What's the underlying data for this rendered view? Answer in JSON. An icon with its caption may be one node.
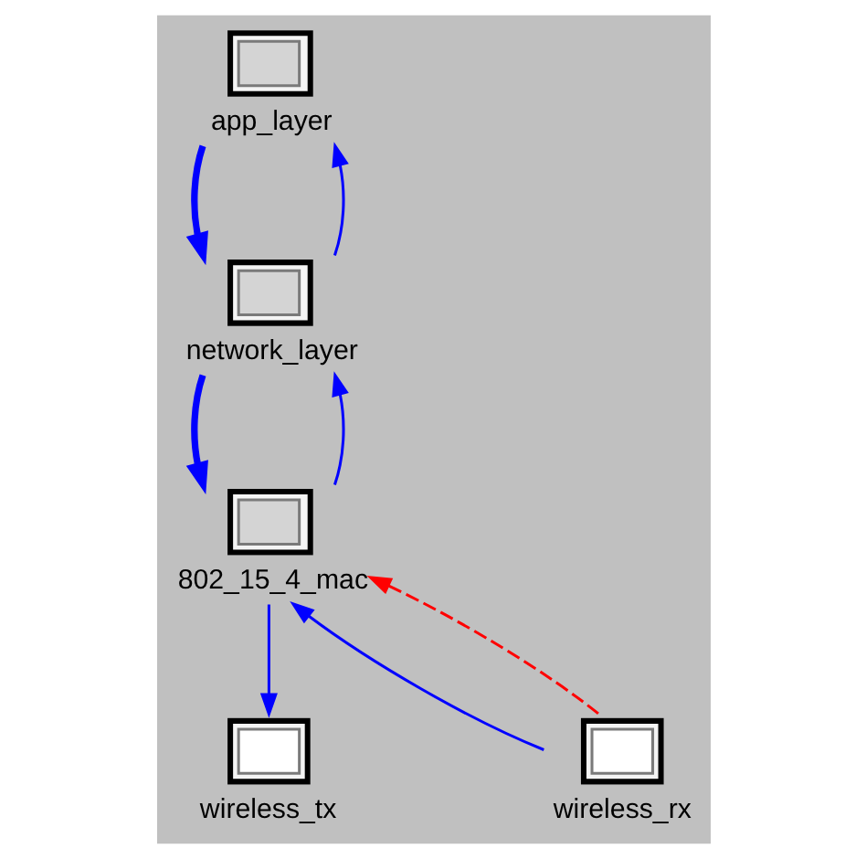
{
  "diagram": {
    "nodes": [
      {
        "text": [
          "app_layer"
        ]
      },
      {
        "text": [
          "network_layer"
        ]
      },
      {
        "text": [
          "802_15_4_mac"
        ]
      },
      {
        "text": [
          "wireless_tx"
        ]
      },
      {
        "text": [
          "wireless_rx"
        ]
      }
    ],
    "edges": [
      {
        "from": 0,
        "to": 1,
        "arrow": "to",
        "style": "thick"
      },
      {
        "from": 1,
        "to": 0,
        "arrow": "to"
      },
      {
        "from": 1,
        "to": 2,
        "arrow": "to",
        "style": "thick"
      },
      {
        "from": 2,
        "to": 1,
        "arrow": "to"
      },
      {
        "from": 2,
        "to": 3,
        "arrow": "to"
      },
      {
        "from": 4,
        "to": 2,
        "arrow": "to"
      },
      {
        "from": 4,
        "to": 2,
        "arrow": "to",
        "style": "dashed",
        "color": "#ff0000"
      }
    ]
  }
}
